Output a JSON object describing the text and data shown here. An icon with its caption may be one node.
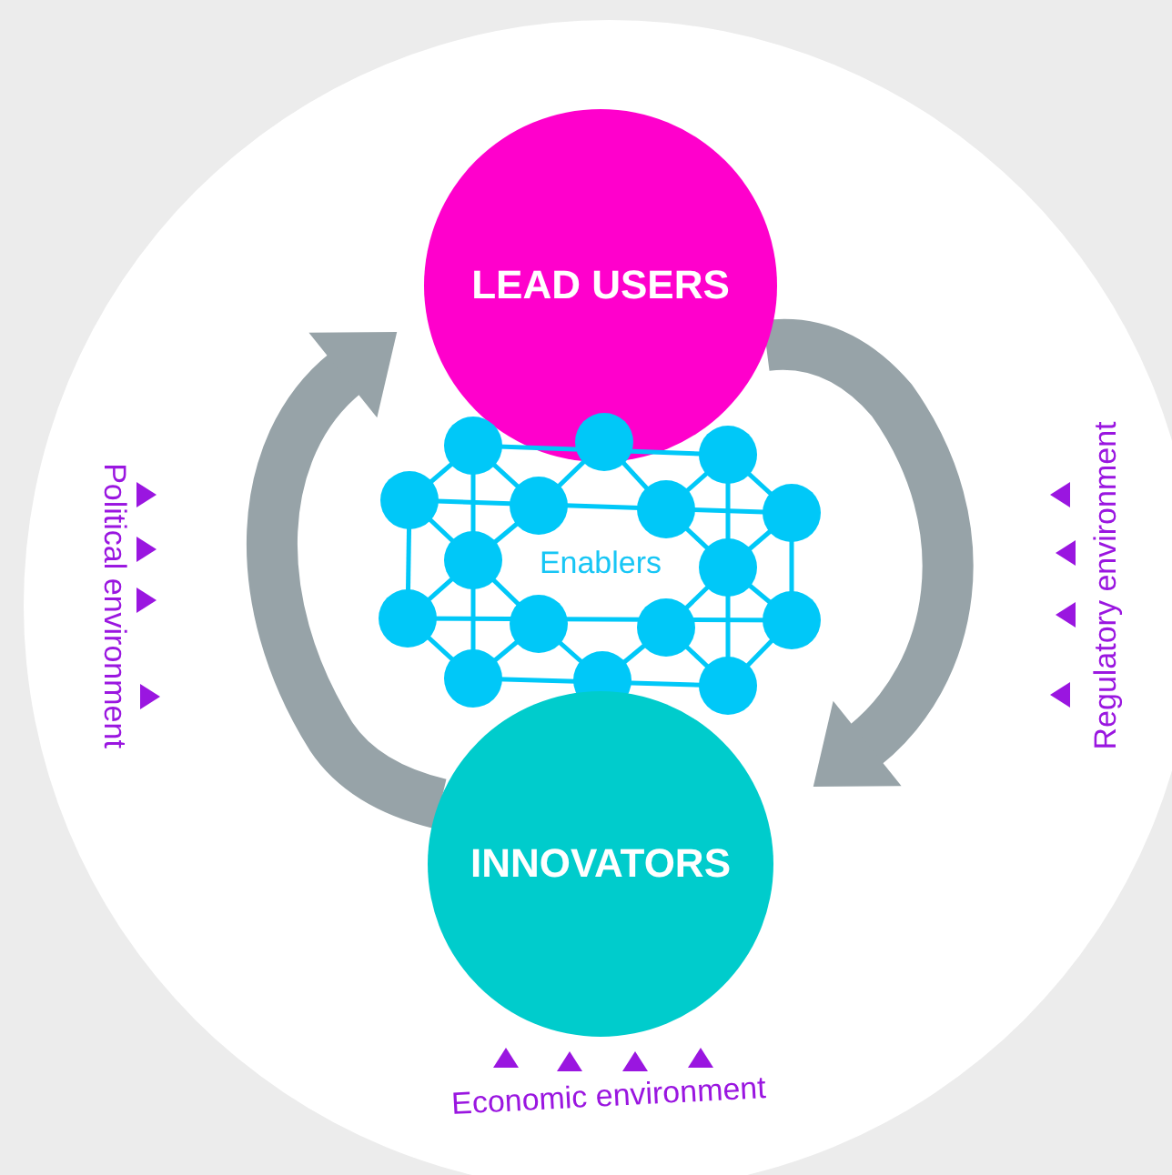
{
  "diagram": {
    "nodes": [
      {
        "text": [
          "LEAD USERS"
        ]
      },
      {
        "text": [
          "Enablers"
        ]
      },
      {
        "text": [
          "INNOVATORS"
        ]
      }
    ],
    "edges": [
      {
        "from": 2,
        "to": 0,
        "arrow": "to"
      },
      {
        "from": 0,
        "to": 2,
        "arrow": "to"
      }
    ],
    "labels": [
      "Political environment",
      "Regulatory environment",
      "Economic environment"
    ]
  }
}
